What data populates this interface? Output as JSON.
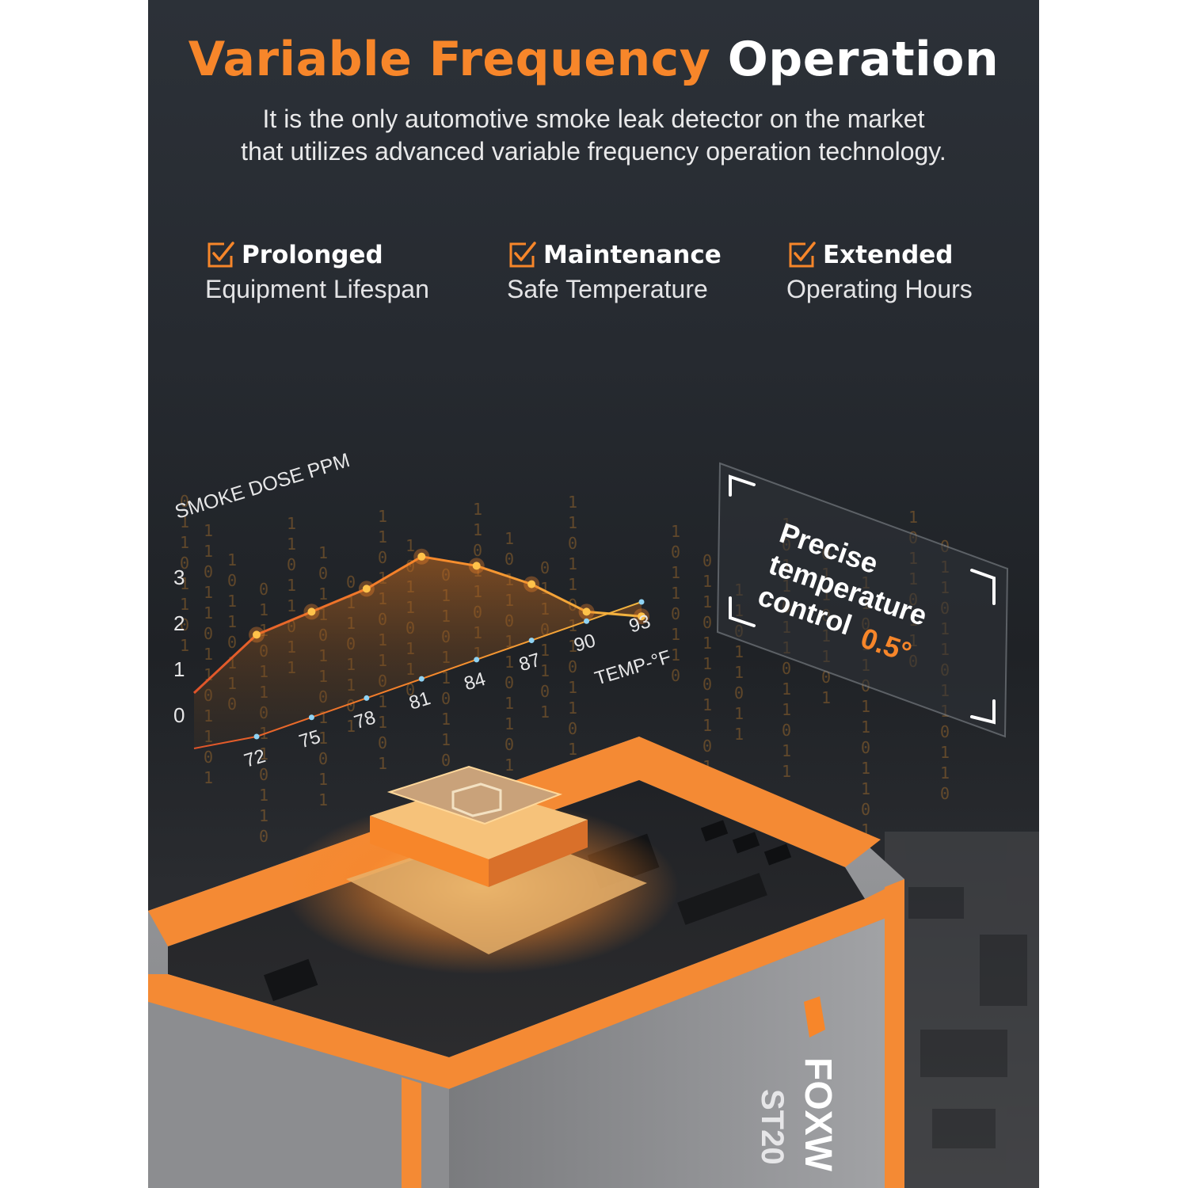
{
  "header": {
    "title_accent": "Variable Frequency",
    "title_rest": "Operation",
    "subtitle_line1": "It is the only automotive smoke leak detector on the market",
    "subtitle_line2": "that utilizes advanced variable frequency operation technology."
  },
  "features": [
    {
      "title": "Prolonged",
      "subtitle": "Equipment Lifespan"
    },
    {
      "title": "Maintenance",
      "subtitle": "Safe Temperature"
    },
    {
      "title": "Extended",
      "subtitle": "Operating Hours"
    }
  ],
  "chart_data": {
    "type": "line",
    "ylabel": "SMOKE DOSE PPM",
    "xlabel": "TEMP-°F",
    "y_ticks": [
      "0",
      "1",
      "2",
      "3"
    ],
    "x_ticks": [
      "72",
      "75",
      "78",
      "81",
      "84",
      "87",
      "90",
      "93"
    ],
    "x": [
      72,
      75,
      78,
      81,
      84,
      87,
      90,
      93
    ],
    "series": [
      {
        "values": [
          1.7,
          2.2,
          2.7,
          3.4,
          3.2,
          2.8,
          2.2,
          2.1
        ]
      }
    ],
    "grid": false,
    "legend": "none"
  },
  "callout": {
    "line1": "Precise",
    "line2": "temperature",
    "line3": "control",
    "value": "0.5°"
  },
  "device": {
    "brand": "FOXW",
    "model": "ST20"
  },
  "colors": {
    "accent": "#f7862a",
    "background": "#262a30",
    "text": "#ffffff",
    "temp_point": "#8fd3f4"
  },
  "icons": [
    "checkbox-check-icon"
  ]
}
